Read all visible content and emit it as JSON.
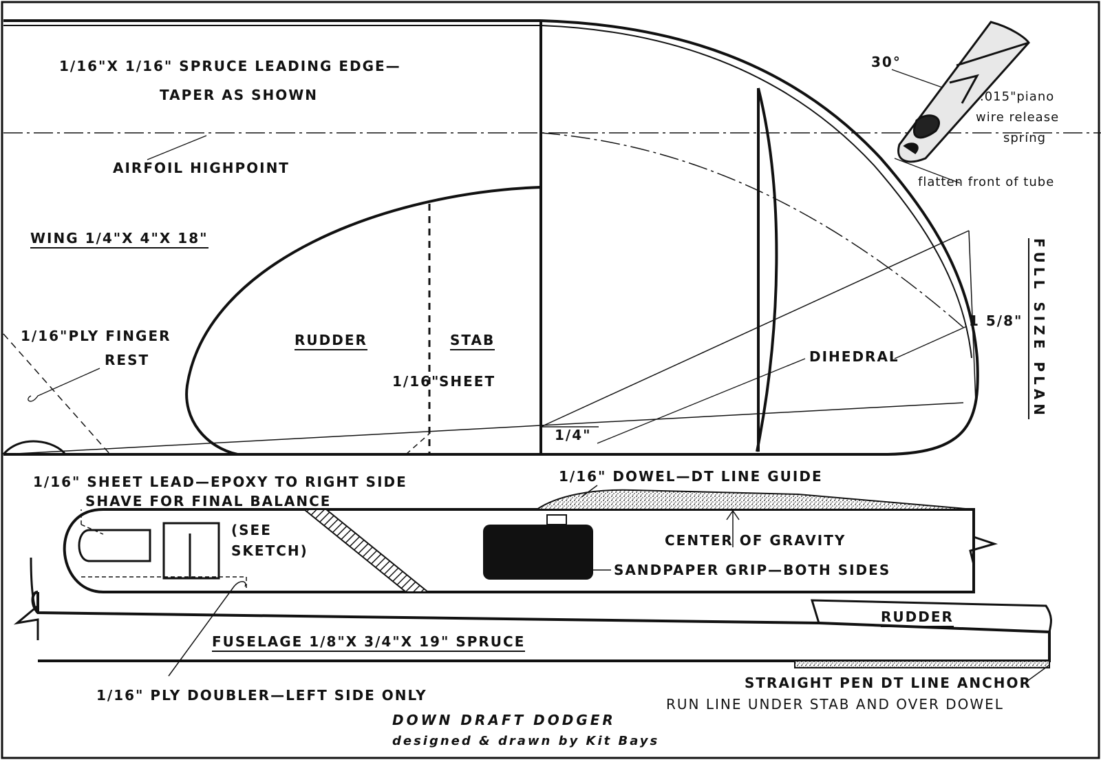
{
  "labels": {
    "leading_edge": "1/16\"X 1/16\" SPRUCE LEADING EDGE—",
    "taper": "TAPER AS SHOWN",
    "airfoil": "AIRFOIL HIGHPOINT",
    "wing": "WING 1/4\"X 4\"X 18\"",
    "finger_rest_1": "1/16\"PLY FINGER",
    "finger_rest_2": "REST",
    "rudder_top": "RUDDER",
    "stab": "STAB",
    "sheet_size": "1/16\"",
    "sheet": "SHEET",
    "dihedral": "DIHEDRAL",
    "quarter": "1/4\"",
    "five_eighths": "1 5/8\"",
    "full_size_plan": "FULL SIZE PLAN",
    "angle": "30°",
    "wire_1": ".015\"piano",
    "wire_2": "wire release",
    "wire_3": "spring",
    "flatten": "flatten front of tube",
    "lead_1": "1/16\" SHEET LEAD—EPOXY TO RIGHT SIDE",
    "lead_2": "SHAVE FOR FINAL BALANCE",
    "see_1": "(SEE",
    "see_2": "SKETCH)",
    "dowel": "1/16\" DOWEL—DT LINE GUIDE",
    "cg": "CENTER OF GRAVITY",
    "sandpaper": "SANDPAPER GRIP—BOTH SIDES",
    "rudder_bottom": "RUDDER",
    "fuselage": "FUSELAGE 1/8\"X 3/4\"X 19\" SPRUCE",
    "doubler": "1/16\" PLY DOUBLER—LEFT SIDE ONLY",
    "anchor": "STRAIGHT PEN DT LINE ANCHOR",
    "run_line": "RUN LINE UNDER STAB AND OVER DOWEL",
    "title": "DOWN DRAFT DODGER",
    "credit": "designed & drawn by Kit Bays"
  }
}
